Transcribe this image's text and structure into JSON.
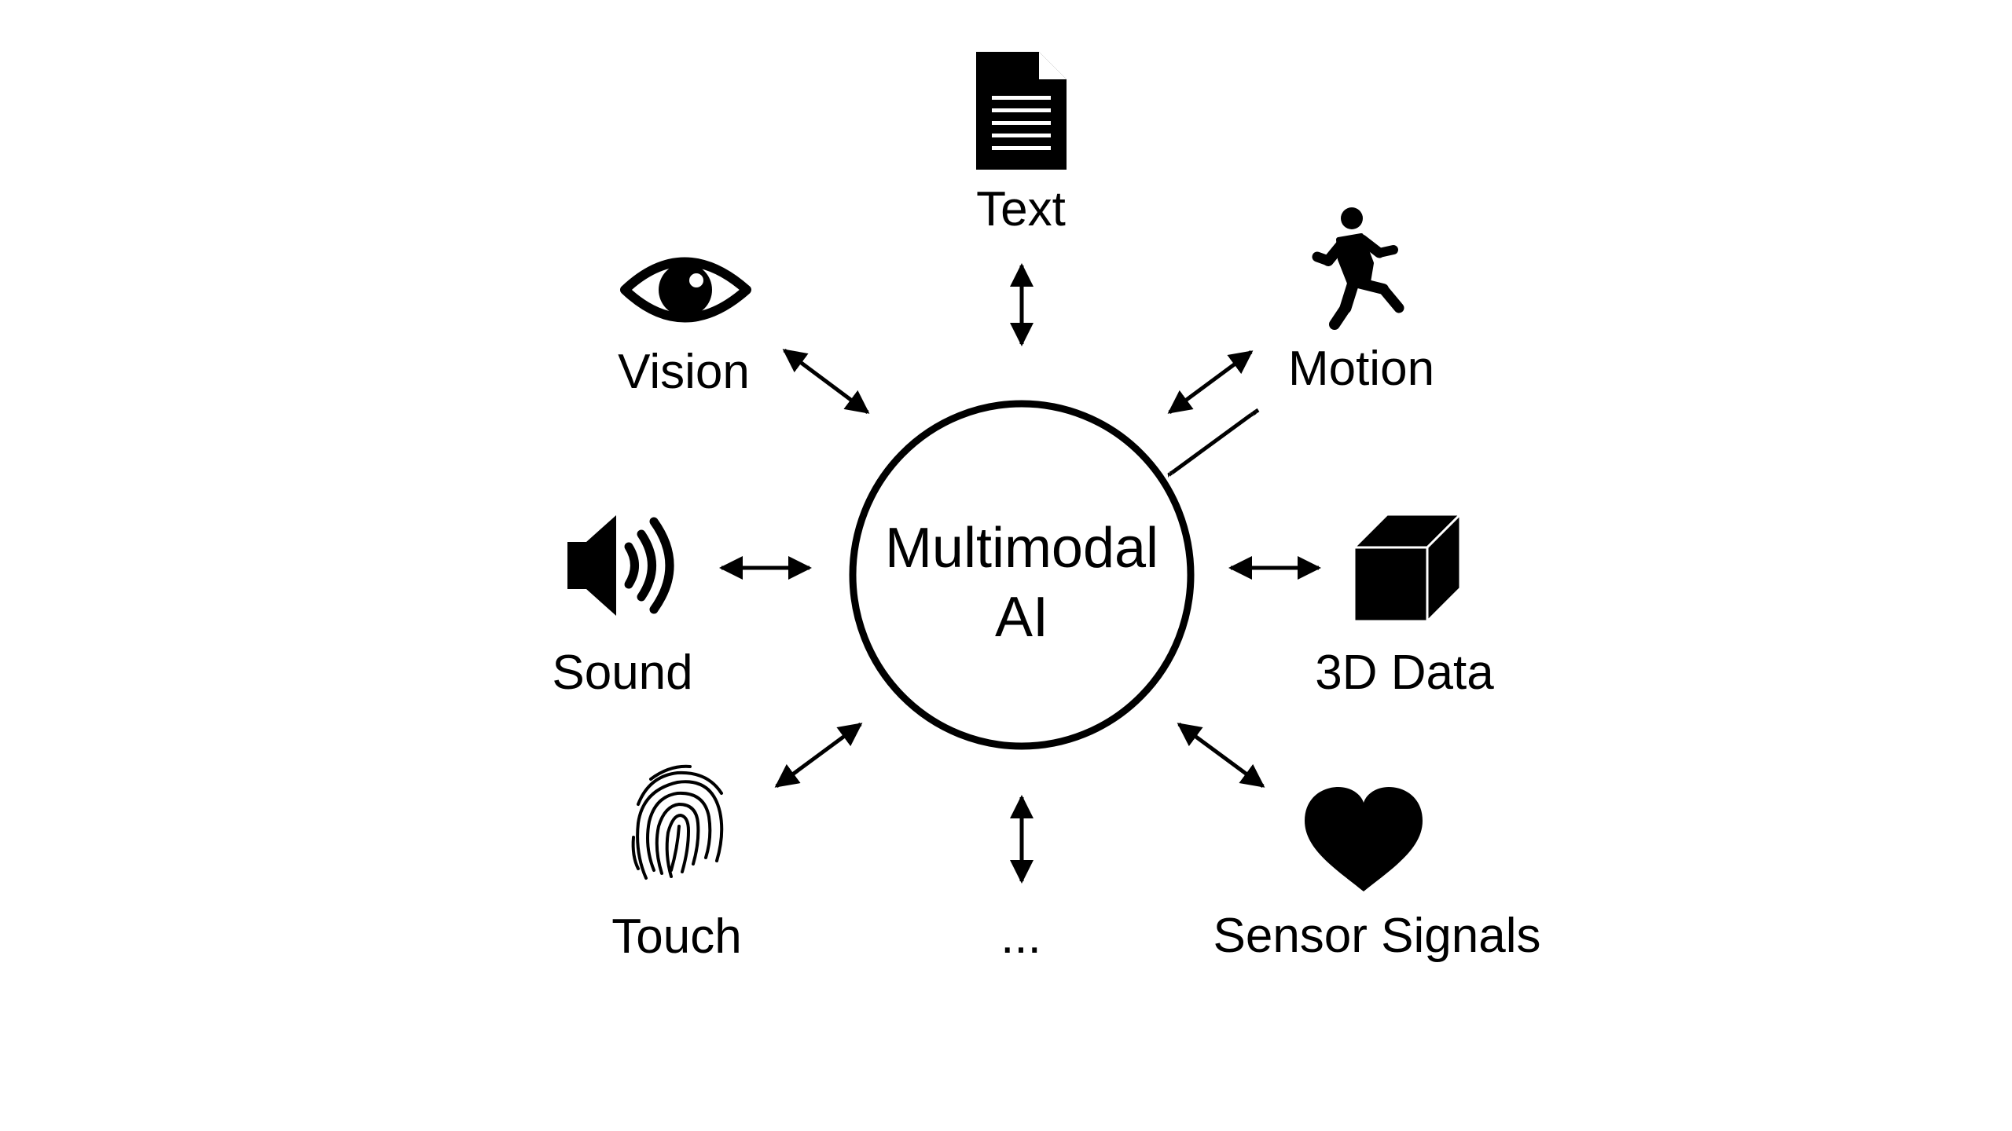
{
  "diagram": {
    "center": {
      "line1": "Multimodal",
      "line2": "AI"
    },
    "modalities": {
      "text": {
        "label": "Text",
        "icon": "document-icon"
      },
      "vision": {
        "label": "Vision",
        "icon": "eye-icon"
      },
      "motion": {
        "label": "Motion",
        "icon": "running-person-icon"
      },
      "sound": {
        "label": "Sound",
        "icon": "speaker-icon"
      },
      "data3d": {
        "label": "3D Data",
        "icon": "cube-icon"
      },
      "touch": {
        "label": "Touch",
        "icon": "fingerprint-icon"
      },
      "more": {
        "label": "..."
      },
      "sensor": {
        "label": "Sensor Signals",
        "icon": "heart-icon"
      }
    },
    "connector": "bidirectional-arrow",
    "colors": {
      "foreground": "#000000",
      "background": "#ffffff"
    }
  }
}
